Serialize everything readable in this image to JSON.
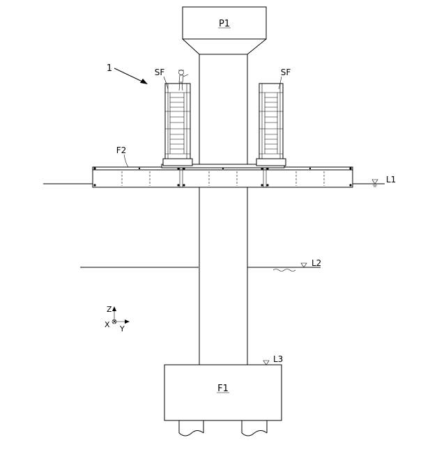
{
  "labels": {
    "pier_cap": "P1",
    "footing": "F1",
    "float": "F2",
    "formwork_left": "SF",
    "formwork_right": "SF",
    "reference_number": "1",
    "water_level": "L1",
    "seabed_level": "L2",
    "footing_top_level": "L3"
  },
  "axes": {
    "z": "Z",
    "x": "X",
    "y": "Y"
  }
}
